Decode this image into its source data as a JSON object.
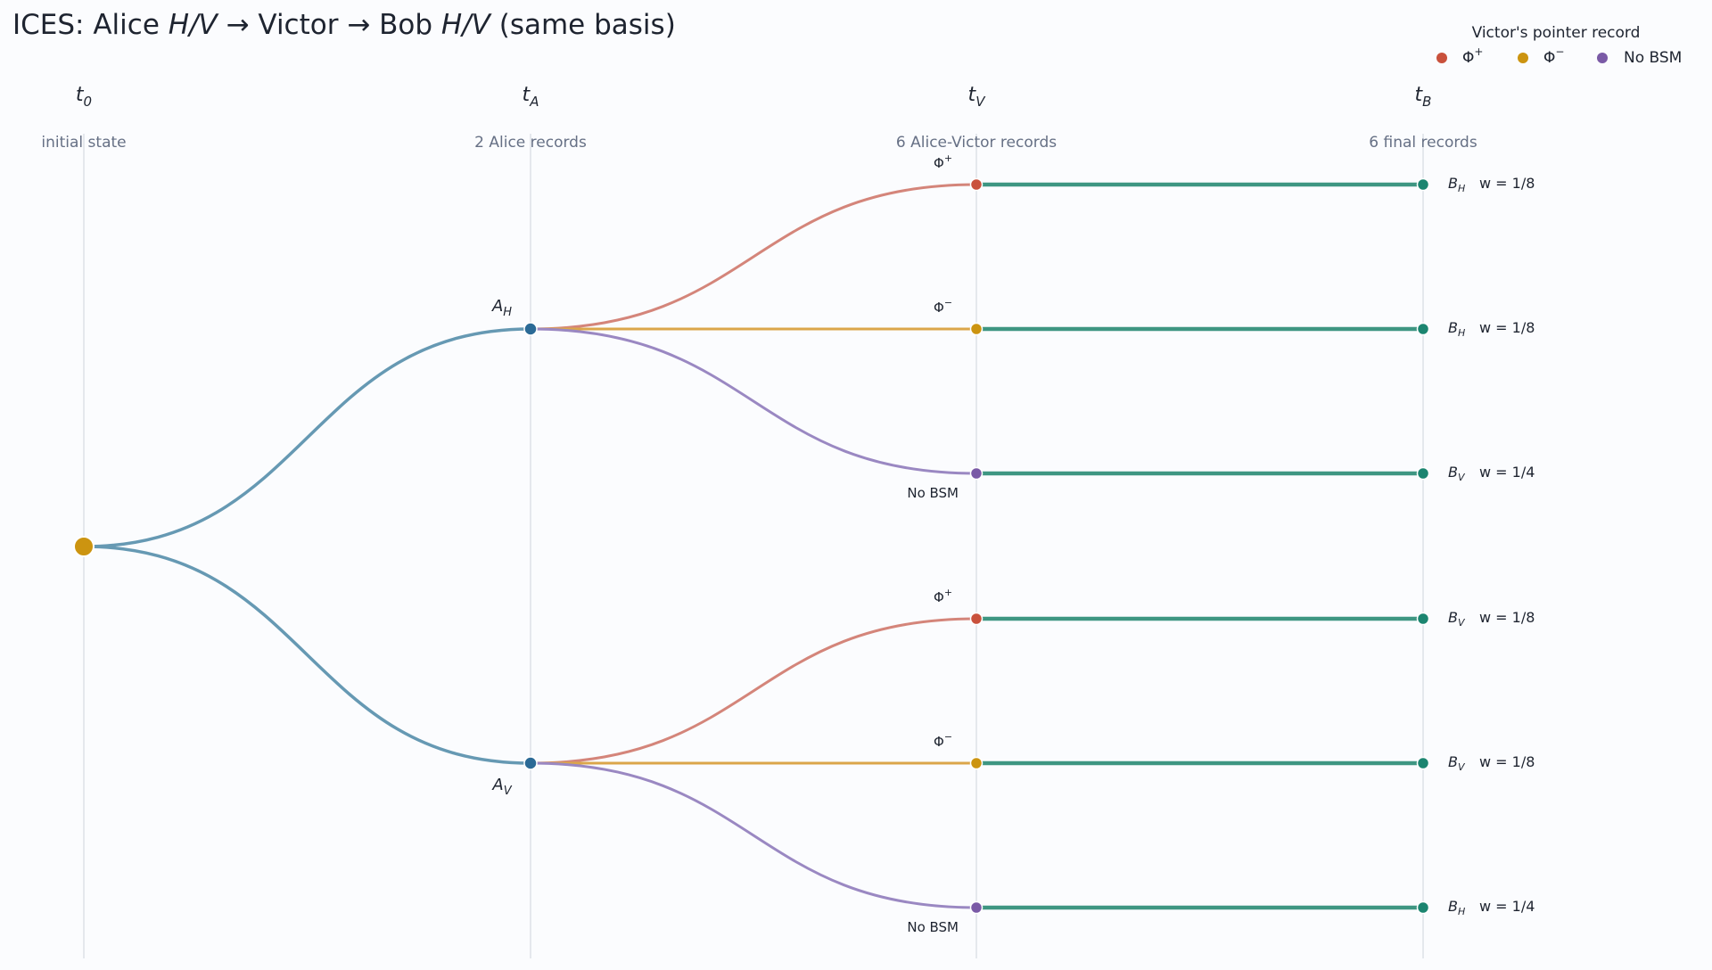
{
  "title": {
    "prefix": "ICES: Alice ",
    "alice_basis": "H/V",
    "middle": " → Victor → Bob ",
    "bob_basis": "H/V",
    "suffix": " (same basis)"
  },
  "stages": [
    {
      "symbol": "t",
      "subscript": "0",
      "label": "initial state"
    },
    {
      "symbol": "t",
      "subscript": "A",
      "label": "2 Alice records"
    },
    {
      "symbol": "t",
      "subscript": "V",
      "label": "6 Alice-Victor records"
    },
    {
      "symbol": "t",
      "subscript": "B",
      "label": "6 final records"
    }
  ],
  "legend": {
    "title": "Victor's pointer record",
    "items": [
      {
        "symbol": "Φ",
        "sup": "+",
        "text": "",
        "color": "#c9513c"
      },
      {
        "symbol": "Φ",
        "sup": "−",
        "text": "",
        "color": "#cc9410"
      },
      {
        "symbol": "",
        "sup": "",
        "text": "No BSM",
        "color": "#7a5aa6"
      }
    ]
  },
  "colors": {
    "alice_branch": "#6699b3",
    "phi_plus_edge": "#d4857a",
    "phi_minus_edge": "#dba64a",
    "no_bsm_edge": "#9a88c2",
    "bob_edge": "#3e9682",
    "root_node": "#cc9410",
    "alice_node": "#2b6a96",
    "final_node": "#1c8570",
    "guide_line": "#d6dbe2"
  },
  "root": {
    "label": ""
  },
  "alice_nodes": [
    {
      "symbol": "A",
      "subscript": "H",
      "label_side": "above"
    },
    {
      "symbol": "A",
      "subscript": "V",
      "label_side": "below"
    }
  ],
  "victor_nodes": [
    {
      "alice": 0,
      "pointer": "phi_plus",
      "symbol": "Φ",
      "sup": "+",
      "text": ""
    },
    {
      "alice": 0,
      "pointer": "phi_minus",
      "symbol": "Φ",
      "sup": "−",
      "text": ""
    },
    {
      "alice": 0,
      "pointer": "no_bsm",
      "symbol": "",
      "sup": "",
      "text": "No BSM"
    },
    {
      "alice": 1,
      "pointer": "phi_plus",
      "symbol": "Φ",
      "sup": "+",
      "text": ""
    },
    {
      "alice": 1,
      "pointer": "phi_minus",
      "symbol": "Φ",
      "sup": "−",
      "text": ""
    },
    {
      "alice": 1,
      "pointer": "no_bsm",
      "symbol": "",
      "sup": "",
      "text": "No BSM"
    }
  ],
  "final_records": [
    {
      "symbol": "B",
      "subscript": "H",
      "weight": "w = 1/8"
    },
    {
      "symbol": "B",
      "subscript": "H",
      "weight": "w = 1/8"
    },
    {
      "symbol": "B",
      "subscript": "V",
      "weight": "w = 1/4"
    },
    {
      "symbol": "B",
      "subscript": "V",
      "weight": "w = 1/8"
    },
    {
      "symbol": "B",
      "subscript": "V",
      "weight": "w = 1/8"
    },
    {
      "symbol": "B",
      "subscript": "H",
      "weight": "w = 1/4"
    }
  ]
}
